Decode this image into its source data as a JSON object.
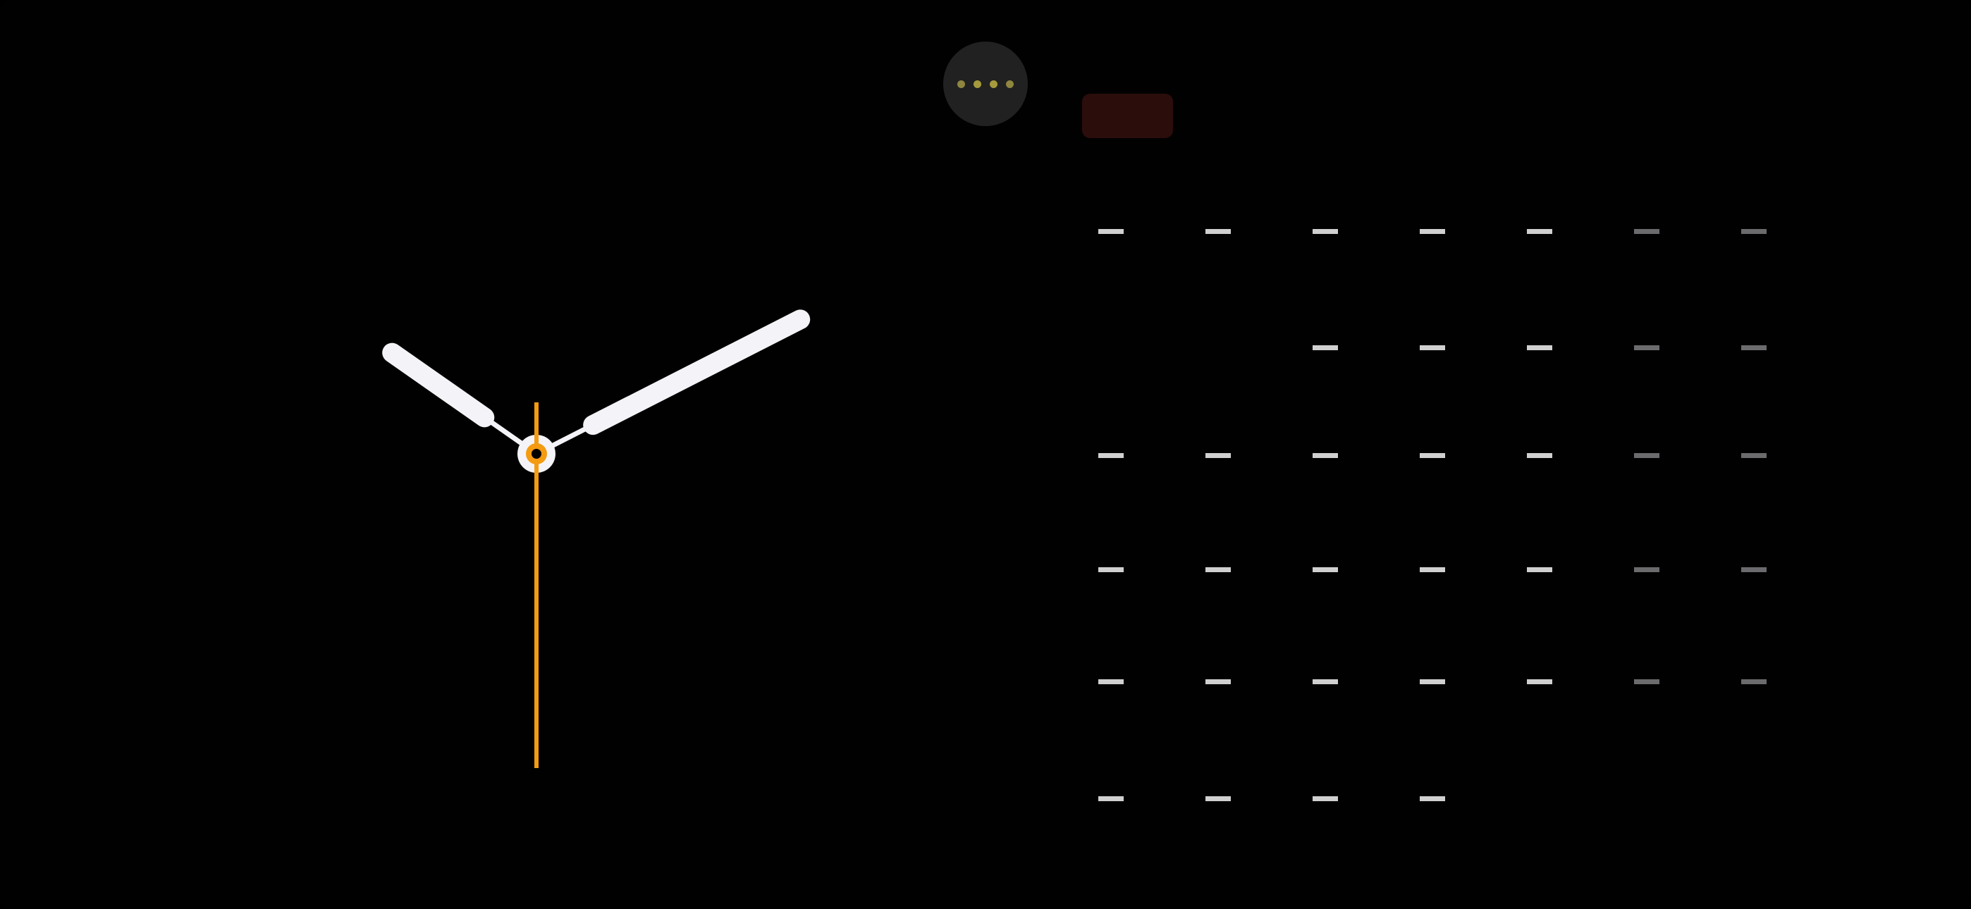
{
  "clock": {
    "hour": 10,
    "minute": 10,
    "second": 30,
    "colors": {
      "hands": "#f4f4f8",
      "second_hand": "#f49b12",
      "background": "#000000"
    }
  },
  "controls": {
    "more_button_icon": "ellipsis-icon",
    "dot_count": 4,
    "red_button_color": "#2b0d0b"
  },
  "calendar_grid": {
    "columns": 7,
    "rows": [
      [
        1,
        1,
        1,
        1,
        1,
        1,
        1
      ],
      [
        0,
        0,
        1,
        1,
        1,
        1,
        1
      ],
      [
        1,
        1,
        1,
        1,
        1,
        1,
        1
      ],
      [
        1,
        1,
        1,
        1,
        1,
        1,
        1
      ],
      [
        1,
        1,
        1,
        1,
        1,
        1,
        1
      ],
      [
        1,
        1,
        1,
        1,
        0,
        0,
        0
      ]
    ],
    "dim_columns": [
      5,
      6
    ],
    "colors": {
      "normal": "#d0d0d0",
      "dim": "#6b6b6e"
    }
  }
}
